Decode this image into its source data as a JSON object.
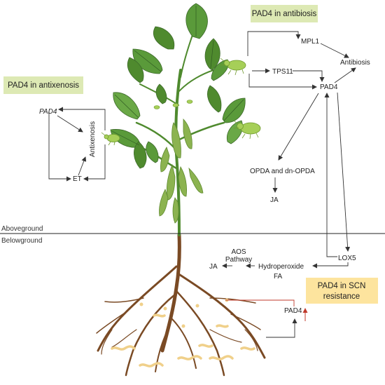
{
  "boxes": {
    "antibiosis": "PAD4 in antibiosis",
    "antixenosis": "PAD4 in antixenosis",
    "scn_line1": "PAD4 in SCN",
    "scn_line2": "resistance"
  },
  "labels": {
    "mpl1": "MPL1",
    "antibiosis": "Antibiosis",
    "tps11": "TPS11",
    "pad4_top": "PAD4",
    "pad4_left": "PAD4",
    "antixenosis": "Antixenosis",
    "et": "ET",
    "opda": "OPDA and dn-OPDA",
    "ja_top": "JA",
    "lox5": "LOX5",
    "hydroperoxide": "Hydroperoxide",
    "fa": "FA",
    "aos": "AOS",
    "pathway": "Pathway",
    "ja_bottom": "JA",
    "pad4_bottom": "PAD4"
  },
  "ground": {
    "above": "Aboveground",
    "below": "Belowground"
  },
  "colors": {
    "box_fill_green": "#dde9b4",
    "box_fill_yellow": "#fde49e",
    "leaf": "#5a9a3a",
    "leaf_dark": "#3f7a2c",
    "pod": "#8cb350",
    "root": "#7a4a24",
    "nematode": "#f0d08a",
    "aphid": "#a6cf58",
    "up_arrow": "#c0392b"
  }
}
